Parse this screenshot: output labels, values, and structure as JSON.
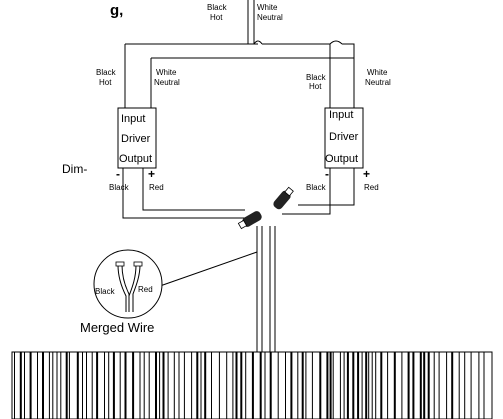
{
  "title_fragment": "g,",
  "supply": {
    "hot_label": [
      "Black",
      "Hot"
    ],
    "neutral_label": [
      "White",
      "Neutral"
    ]
  },
  "left_driver": {
    "hot_label": [
      "Black",
      "Hot"
    ],
    "neutral_label": [
      "White",
      "Neutral"
    ],
    "input": "Input",
    "driver": "Driver",
    "output": "Output",
    "neg_sign": "-",
    "pos_sign": "+",
    "neg_label": "Black",
    "pos_label": "Red"
  },
  "right_driver": {
    "hot_label": [
      "Black",
      "Hot"
    ],
    "neutral_label": [
      "White",
      "Neutral"
    ],
    "input": "Input",
    "driver": "Driver",
    "output": "Output",
    "neg_sign": "-",
    "pos_sign": "+",
    "neg_label": "Black",
    "pos_label": "Red"
  },
  "dim_label": "Dim-",
  "inset": {
    "left": "Black",
    "right": "Red",
    "caption": "Merged Wire"
  }
}
